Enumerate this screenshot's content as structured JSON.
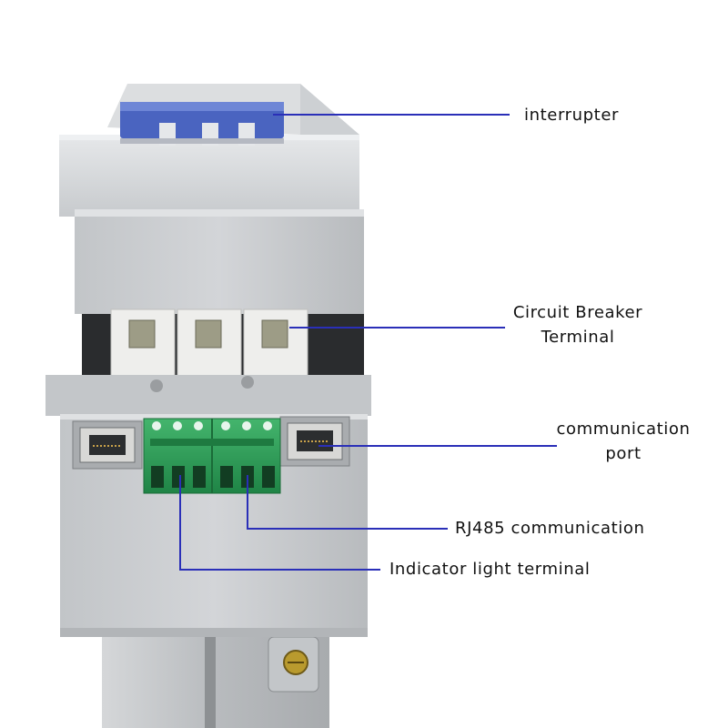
{
  "callouts": {
    "interrupter": {
      "label": "interrupter"
    },
    "circuit_breaker_terminal": {
      "line1": "Circuit Breaker",
      "line2": "Terminal"
    },
    "communication_port": {
      "line1": "communication",
      "line2": "port"
    },
    "rj485": {
      "label": "RJ485 communication"
    },
    "indicator_light": {
      "label": "Indicator light terminal"
    }
  },
  "colors": {
    "leader_line": "#2a2fb8",
    "device_body": "#c9cccf",
    "device_shadow": "#9fa3a7",
    "handle_blue": "#4a64c0",
    "terminal_block_green": "#2fa05a",
    "breaker_white": "#eeeeec",
    "dark_gap": "#2a2c2e",
    "rj45_port": "#d8d8d6"
  },
  "icons": [
    "rj45-port-icon",
    "screw-terminal-icon",
    "din-rail-icon"
  ]
}
